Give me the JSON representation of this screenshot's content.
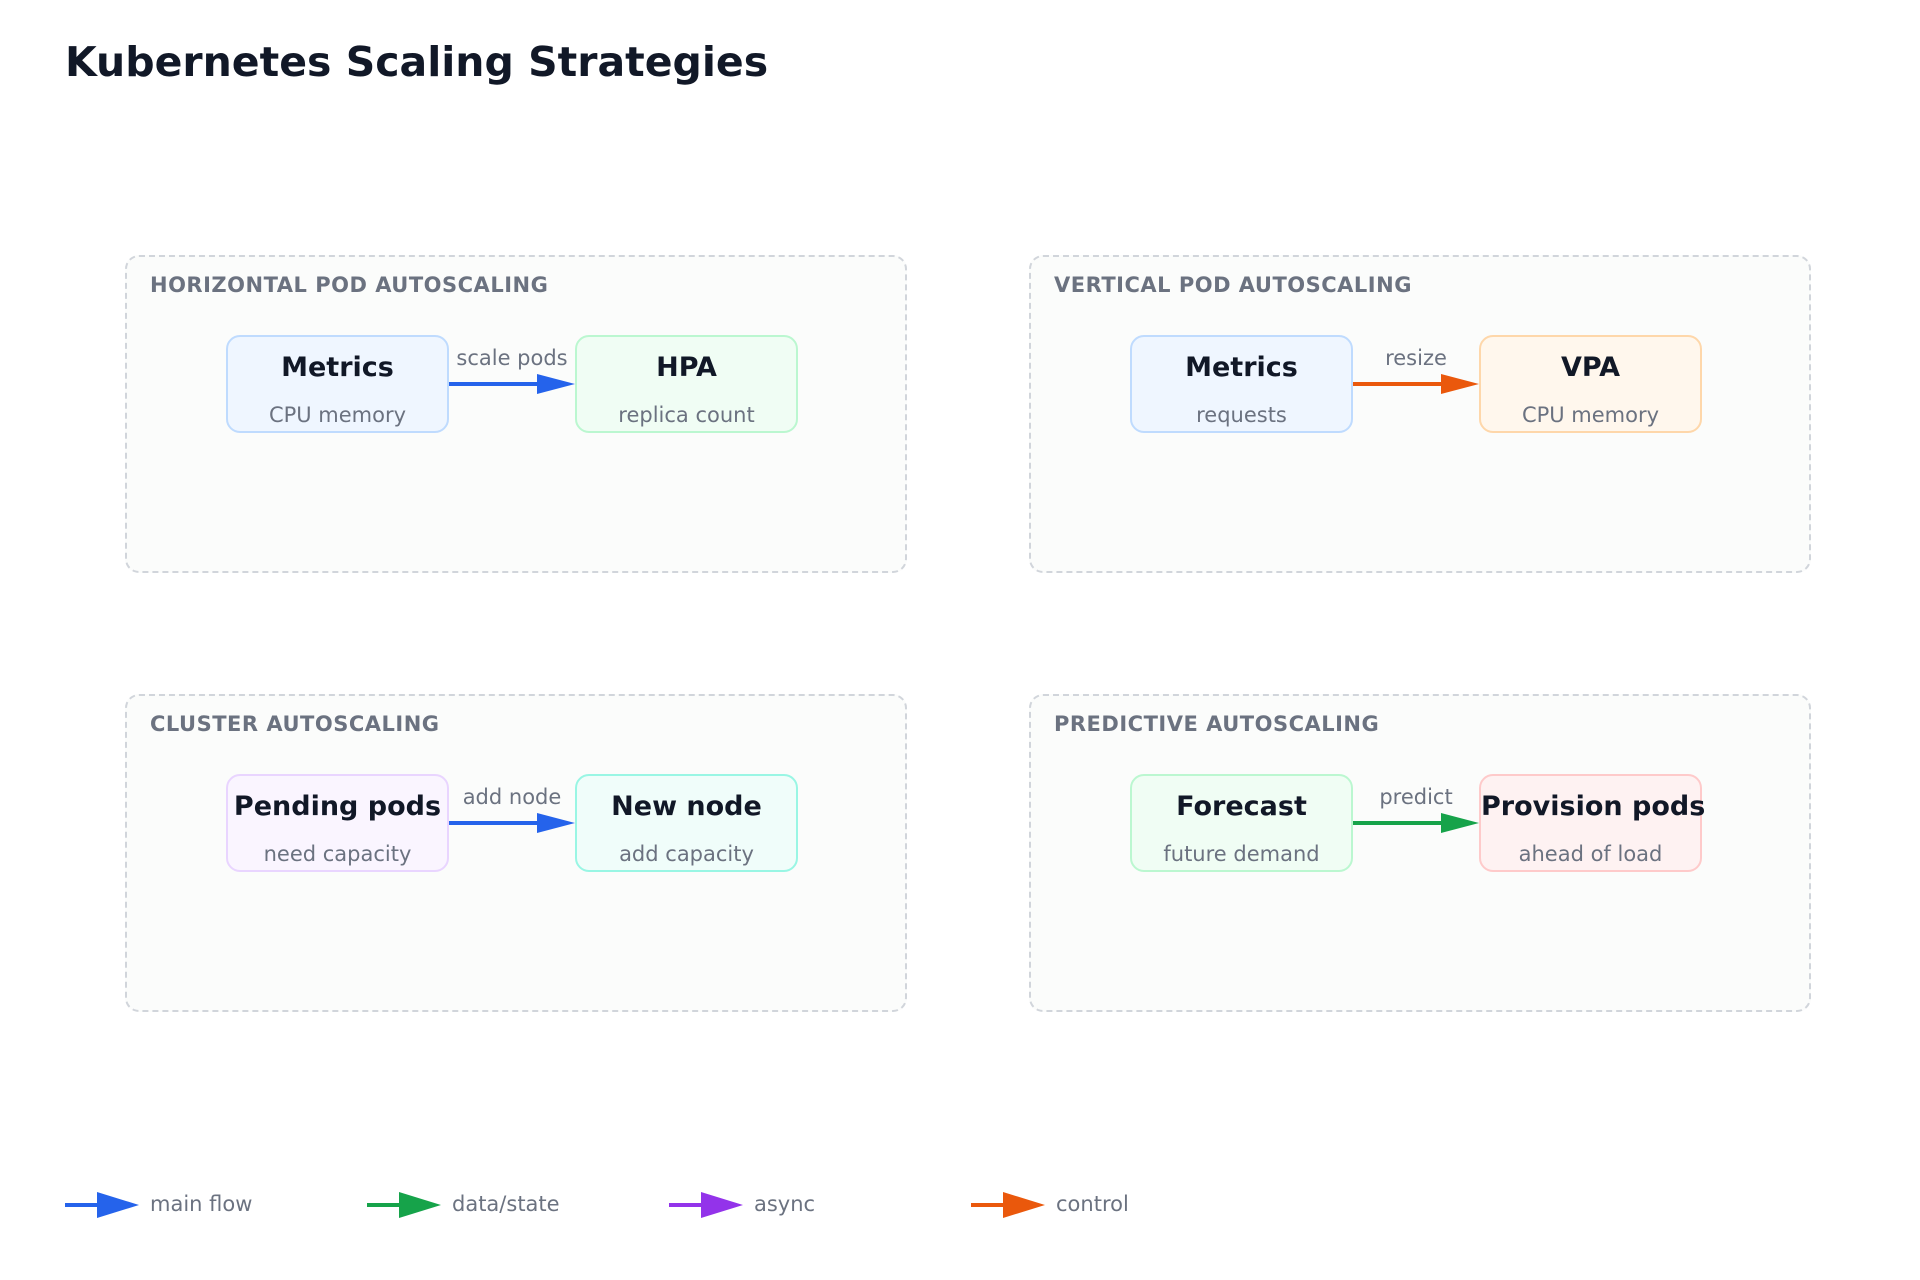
{
  "title": "Kubernetes Scaling Strategies",
  "colors": {
    "blue": "#2563eb",
    "green": "#16a34a",
    "purple": "#9333ea",
    "orange": "#ea580c"
  },
  "panels": [
    {
      "label": "HORIZONTAL POD AUTOSCALING",
      "source": {
        "title": "Metrics",
        "subtitle": "CPU memory",
        "fill": "#eff6ff",
        "stroke": "#bfdbfe"
      },
      "target": {
        "title": "HPA",
        "subtitle": "replica count",
        "fill": "#f0fdf4",
        "stroke": "#bbf7d0"
      },
      "edge": {
        "label": "scale pods",
        "color": "#2563eb"
      }
    },
    {
      "label": "VERTICAL POD AUTOSCALING",
      "source": {
        "title": "Metrics",
        "subtitle": "requests",
        "fill": "#eff6ff",
        "stroke": "#bfdbfe"
      },
      "target": {
        "title": "VPA",
        "subtitle": "CPU memory",
        "fill": "#fff7ed",
        "stroke": "#fed7aa"
      },
      "edge": {
        "label": "resize",
        "color": "#ea580c"
      }
    },
    {
      "label": "CLUSTER AUTOSCALING",
      "source": {
        "title": "Pending pods",
        "subtitle": "need capacity",
        "fill": "#faf5ff",
        "stroke": "#e9d5ff"
      },
      "target": {
        "title": "New node",
        "subtitle": "add capacity",
        "fill": "#f0fdfa",
        "stroke": "#99f6e4"
      },
      "edge": {
        "label": "add node",
        "color": "#2563eb"
      }
    },
    {
      "label": "PREDICTIVE AUTOSCALING",
      "source": {
        "title": "Forecast",
        "subtitle": "future demand",
        "fill": "#f0fdf4",
        "stroke": "#bbf7d0"
      },
      "target": {
        "title": "Provision pods",
        "subtitle": "ahead of load",
        "fill": "#fef2f2",
        "stroke": "#fecaca"
      },
      "edge": {
        "label": "predict",
        "color": "#16a34a"
      }
    }
  ],
  "legend": [
    {
      "label": "main flow",
      "color": "#2563eb"
    },
    {
      "label": "data/state",
      "color": "#16a34a"
    },
    {
      "label": "async",
      "color": "#9333ea"
    },
    {
      "label": "control",
      "color": "#ea580c"
    }
  ]
}
